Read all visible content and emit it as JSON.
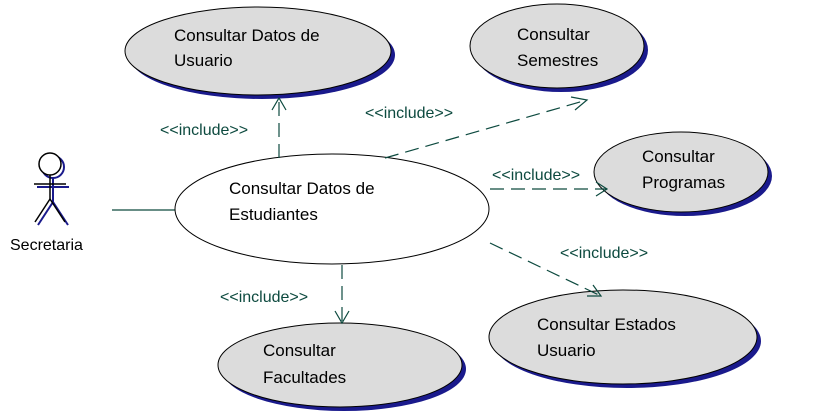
{
  "actor": {
    "name": "Secretaria"
  },
  "main_use_case": {
    "line1": "Consultar Datos de",
    "line2": "Estudiantes"
  },
  "included_use_cases": [
    {
      "line1": "Consultar Datos de",
      "line2": "Usuario"
    },
    {
      "line1": "Consultar",
      "line2": "Semestres"
    },
    {
      "line1": "Consultar",
      "line2": "Programas"
    },
    {
      "line1": "Consultar Estados",
      "line2": "Usuario"
    },
    {
      "line1": "Consultar",
      "line2": "Facultades"
    }
  ],
  "stereotype_label": "<<include>>",
  "colors": {
    "use_case_fill": "#dcdcdc",
    "use_case_shadow": "#1a1a8c",
    "main_fill": "#ffffff",
    "dependency_line": "#0d4a3f"
  }
}
